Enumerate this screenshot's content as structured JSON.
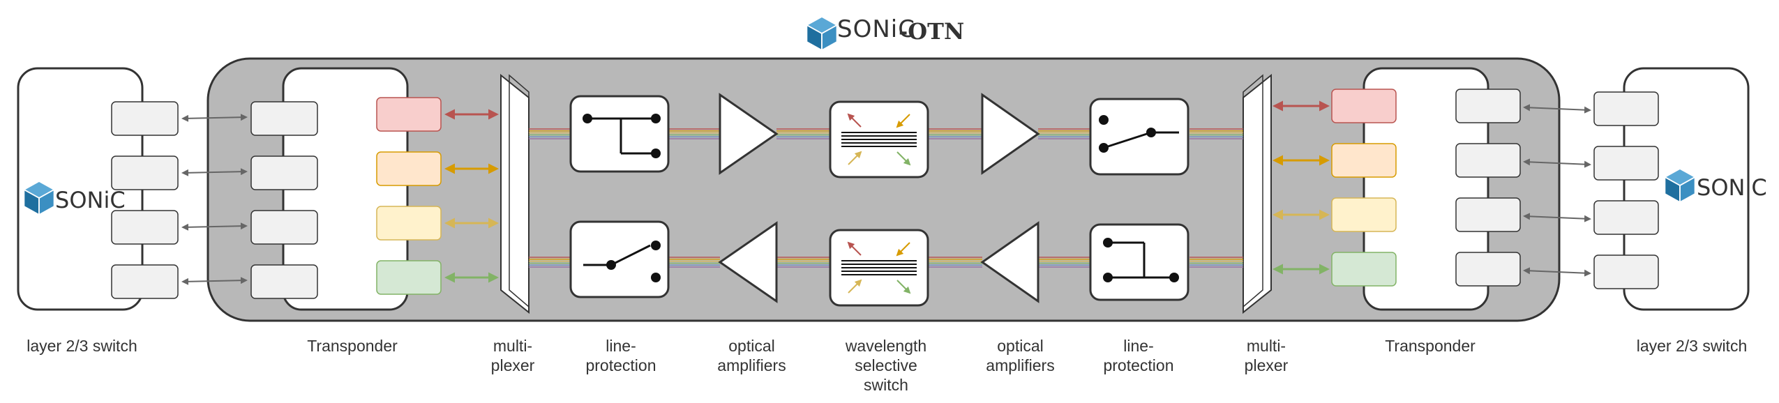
{
  "title": {
    "brand": "SONiC",
    "suffix": "-OTN"
  },
  "logo_text": "SONiC",
  "labels": {
    "switch_left": "layer 2/3 switch",
    "transponder_left": "Transponder",
    "mux_left": "multi-\nplexer",
    "lineprot_left": "line-\nprotection",
    "amp_left": "optical\namplifiers",
    "wss": "wavelength\nselective\nswitch",
    "amp_right": "optical\namplifiers",
    "lineprot_right": "line-\nprotection",
    "mux_right": "multi-\nplexer",
    "transponder_right": "Transponder",
    "switch_right": "layer 2/3 switch"
  },
  "colors": {
    "otn_bg": "#b8b8b8",
    "stroke": "#333333",
    "port_fill": "#f1f1f1",
    "arrow_gray": "#666666",
    "lambda_red": "#b85450",
    "lambda_red_fill": "#f8cecc",
    "lambda_orange": "#d79b00",
    "lambda_orange_fill": "#ffe6cc",
    "lambda_yellow": "#d6b656",
    "lambda_yellow_fill": "#fff2cc",
    "lambda_green": "#82b366",
    "lambda_green_fill": "#d5e8d4",
    "wss_arrow_1": "#b85450",
    "wss_arrow_2": "#d79b00",
    "wss_arrow_3": "#d6b656",
    "wss_arrow_4": "#82b366"
  },
  "icons": [
    "sonic-logo-icon",
    "switch-icon",
    "amplifier-icon",
    "multiplexer-icon",
    "wss-icon"
  ]
}
